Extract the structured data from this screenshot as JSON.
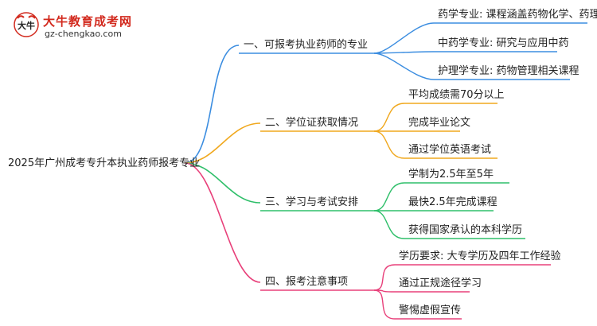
{
  "logo": {
    "name": "大牛教育成考网",
    "url": "gz-chengkao.com",
    "mark_text": "大牛"
  },
  "root": {
    "label": "2025年广州成考专升本执业药师报考专业"
  },
  "branches": [
    {
      "label": "一、可报考执业药师的专业",
      "color": "#3b8de0",
      "children": [
        "药学专业: 课程涵盖药物化学、药理学",
        "中药学专业: 研究与应用中药",
        "护理学专业: 药物管理相关课程"
      ]
    },
    {
      "label": "二、学位证获取情况",
      "color": "#f0a81e",
      "children": [
        "平均成绩需70分以上",
        "完成毕业论文",
        "通过学位英语考试"
      ]
    },
    {
      "label": "三、学习与考试安排",
      "color": "#2fbf6a",
      "children": [
        "学制为2.5年至5年",
        "最快2.5年完成课程",
        "获得国家承认的本科学历"
      ]
    },
    {
      "label": "四、报考注意事项",
      "color": "#e8407a",
      "children": [
        "学历要求: 大专学历及四年工作经验",
        "通过正规途径学习",
        "警惕虚假宣传"
      ]
    }
  ]
}
